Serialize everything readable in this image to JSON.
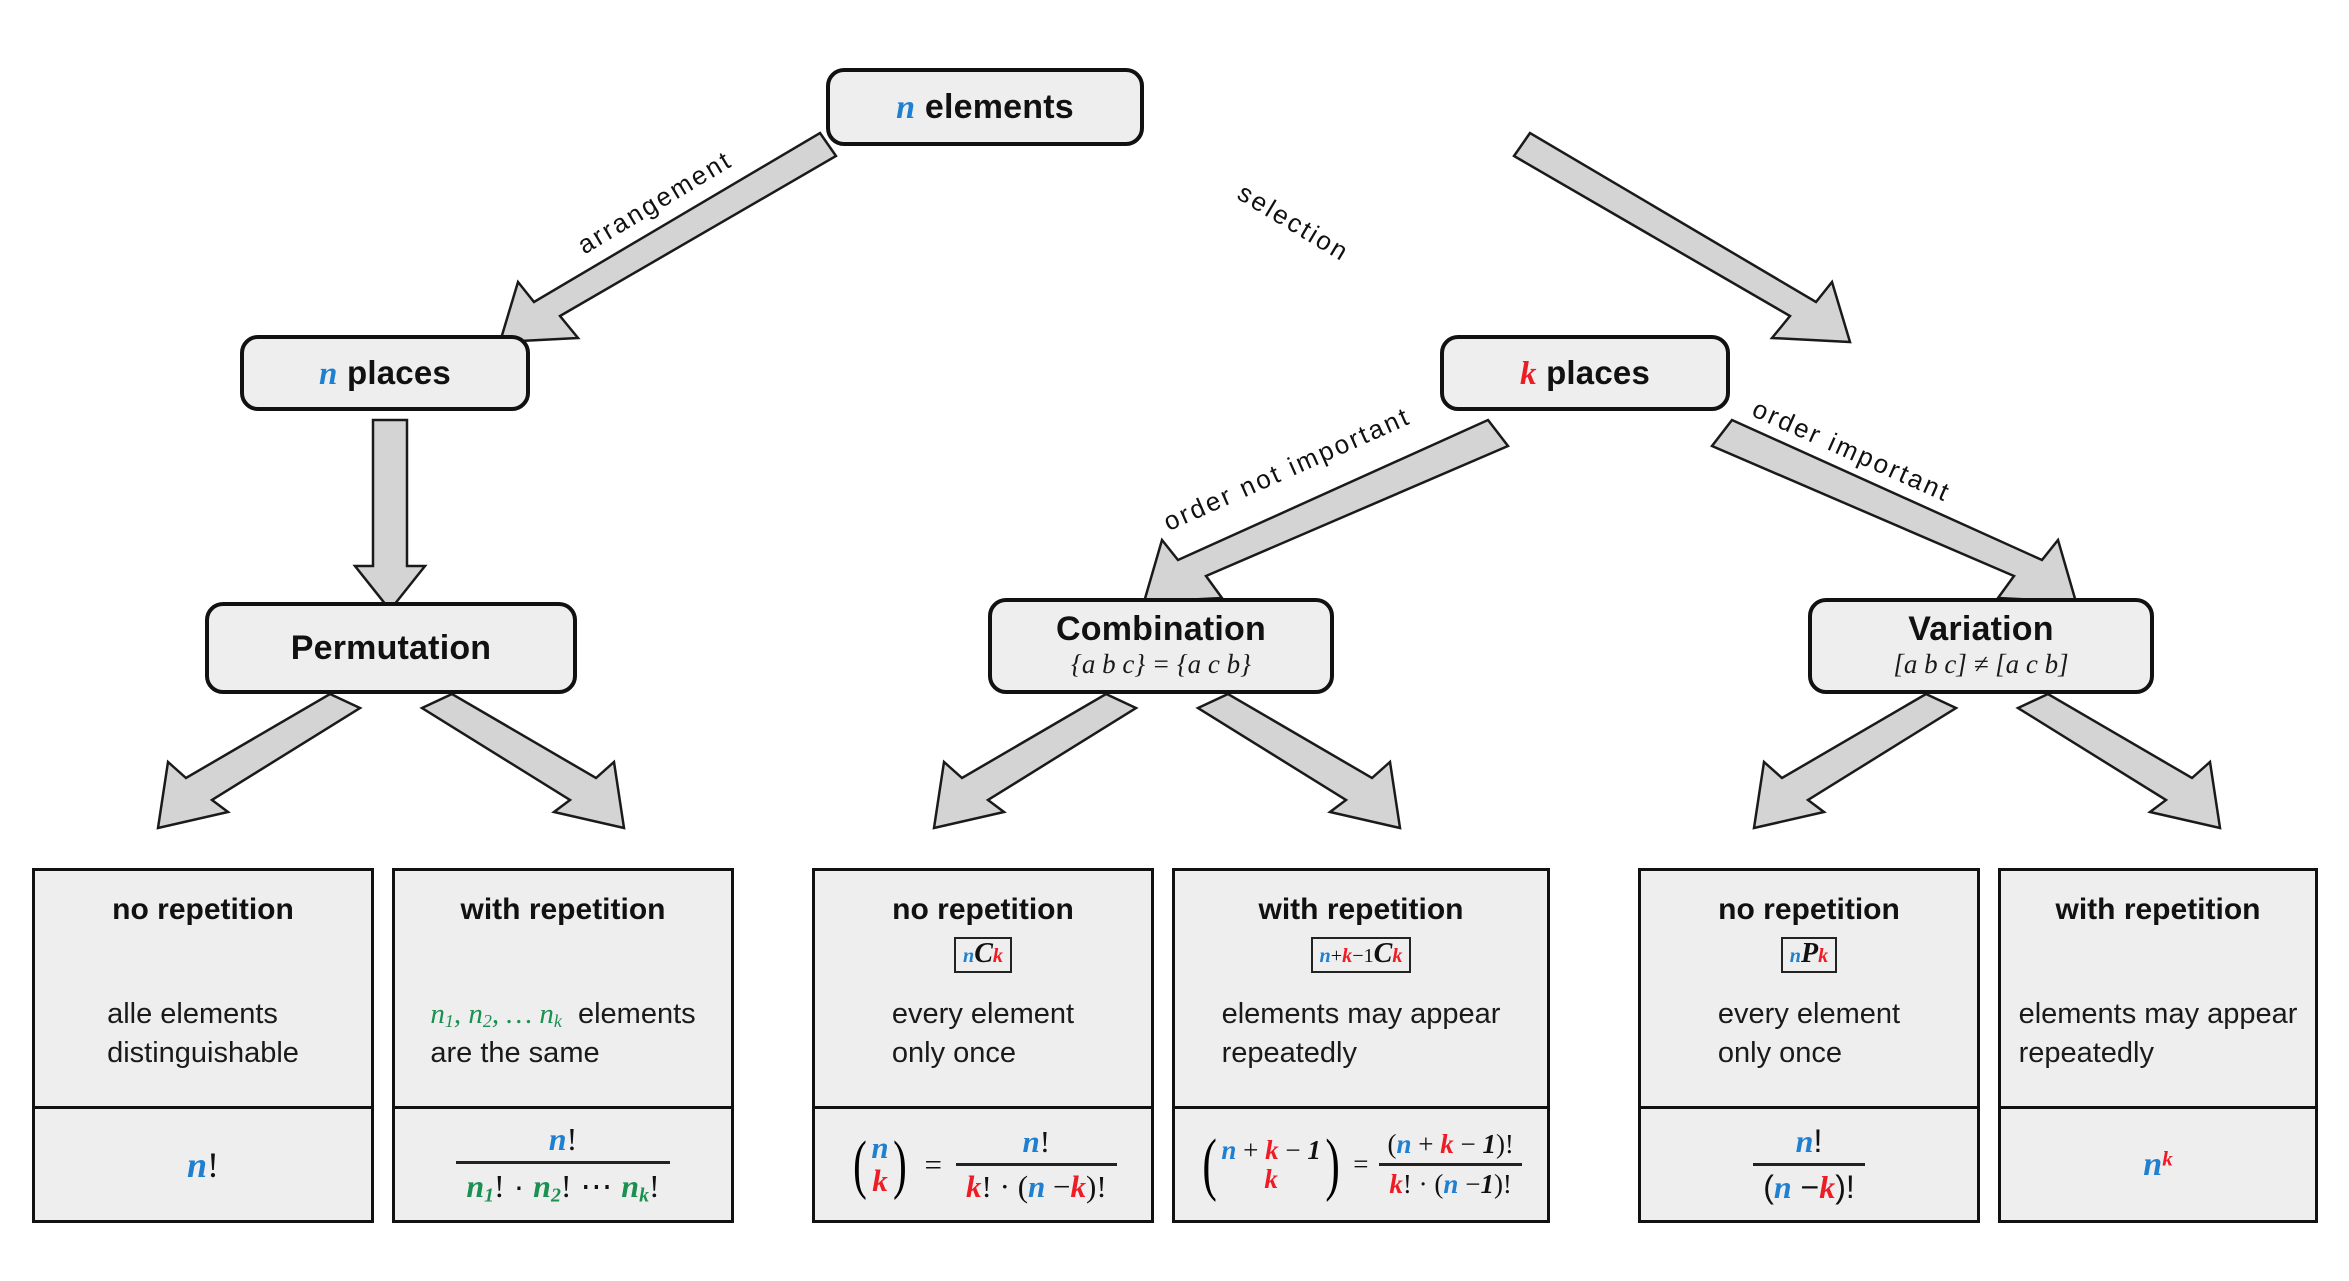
{
  "diagram": {
    "title": "Combinatorics decision tree",
    "colors": {
      "n_symbol": "#1f7fd0",
      "k_symbol": "#ee1c25",
      "repeat_symbol": "#1a9150",
      "node_fill": "#eeeeee",
      "node_border": "#111111",
      "arrow_fill": "#d4d4d4"
    }
  },
  "root": {
    "label_symbol": "n",
    "label_text": "elements"
  },
  "edges": {
    "arrangement": "arrangement",
    "selection": "selection",
    "order_not_important": "order not important",
    "order_important": "order important"
  },
  "level2": {
    "left": {
      "symbol": "n",
      "text": "places"
    },
    "right": {
      "symbol": "k",
      "text": "places"
    }
  },
  "categories": [
    {
      "name": "Permutation",
      "subtitle": ""
    },
    {
      "name": "Combination",
      "subtitle": "{a b c} = {a c b}"
    },
    {
      "name": "Variation",
      "subtitle": "[a b c] ≠ [a c b]"
    }
  ],
  "leaves": [
    {
      "heading": "no repetition",
      "badge": "",
      "description_line1": "alle elements",
      "description_line2": "distinguishable",
      "formula_text": "n!"
    },
    {
      "heading": "with repetition",
      "badge": "",
      "description_line1": "n₁, n₂, … nₖ elements",
      "description_line2": "are the same",
      "formula_text": "n! / (n₁! · n₂! ⋯ nₖ!)"
    },
    {
      "heading": "no repetition",
      "badge": "nCk",
      "description_line1": "every element",
      "description_line2": "only once",
      "formula_text": "(n over k) = n! / (k! · (n − k)!)"
    },
    {
      "heading": "with repetition",
      "badge": "n+k-1Ck",
      "description_line1": "elements may appear",
      "description_line2": "repeatedly",
      "formula_text": "(n + k − 1 over k) = (n + k − 1)! / (k! · (n − 1)!)"
    },
    {
      "heading": "no repetition",
      "badge": "nPk",
      "description_line1": "every element",
      "description_line2": "only once",
      "formula_text": "n! / (n − k)!"
    },
    {
      "heading": "with repetition",
      "badge": "",
      "description_line1": "elements may appear",
      "description_line2": "repeatedly",
      "formula_text": "n^k"
    }
  ],
  "symbols": {
    "n": "n",
    "k": "k",
    "one": "1",
    "plus": "+",
    "minus": "−",
    "fact": "!",
    "cdot": "·",
    "eq": "=",
    "ldots": "⋯",
    "C": "C",
    "P": "P",
    "n1": "n₁",
    "n2": "n₂",
    "nk": "nₖ"
  }
}
